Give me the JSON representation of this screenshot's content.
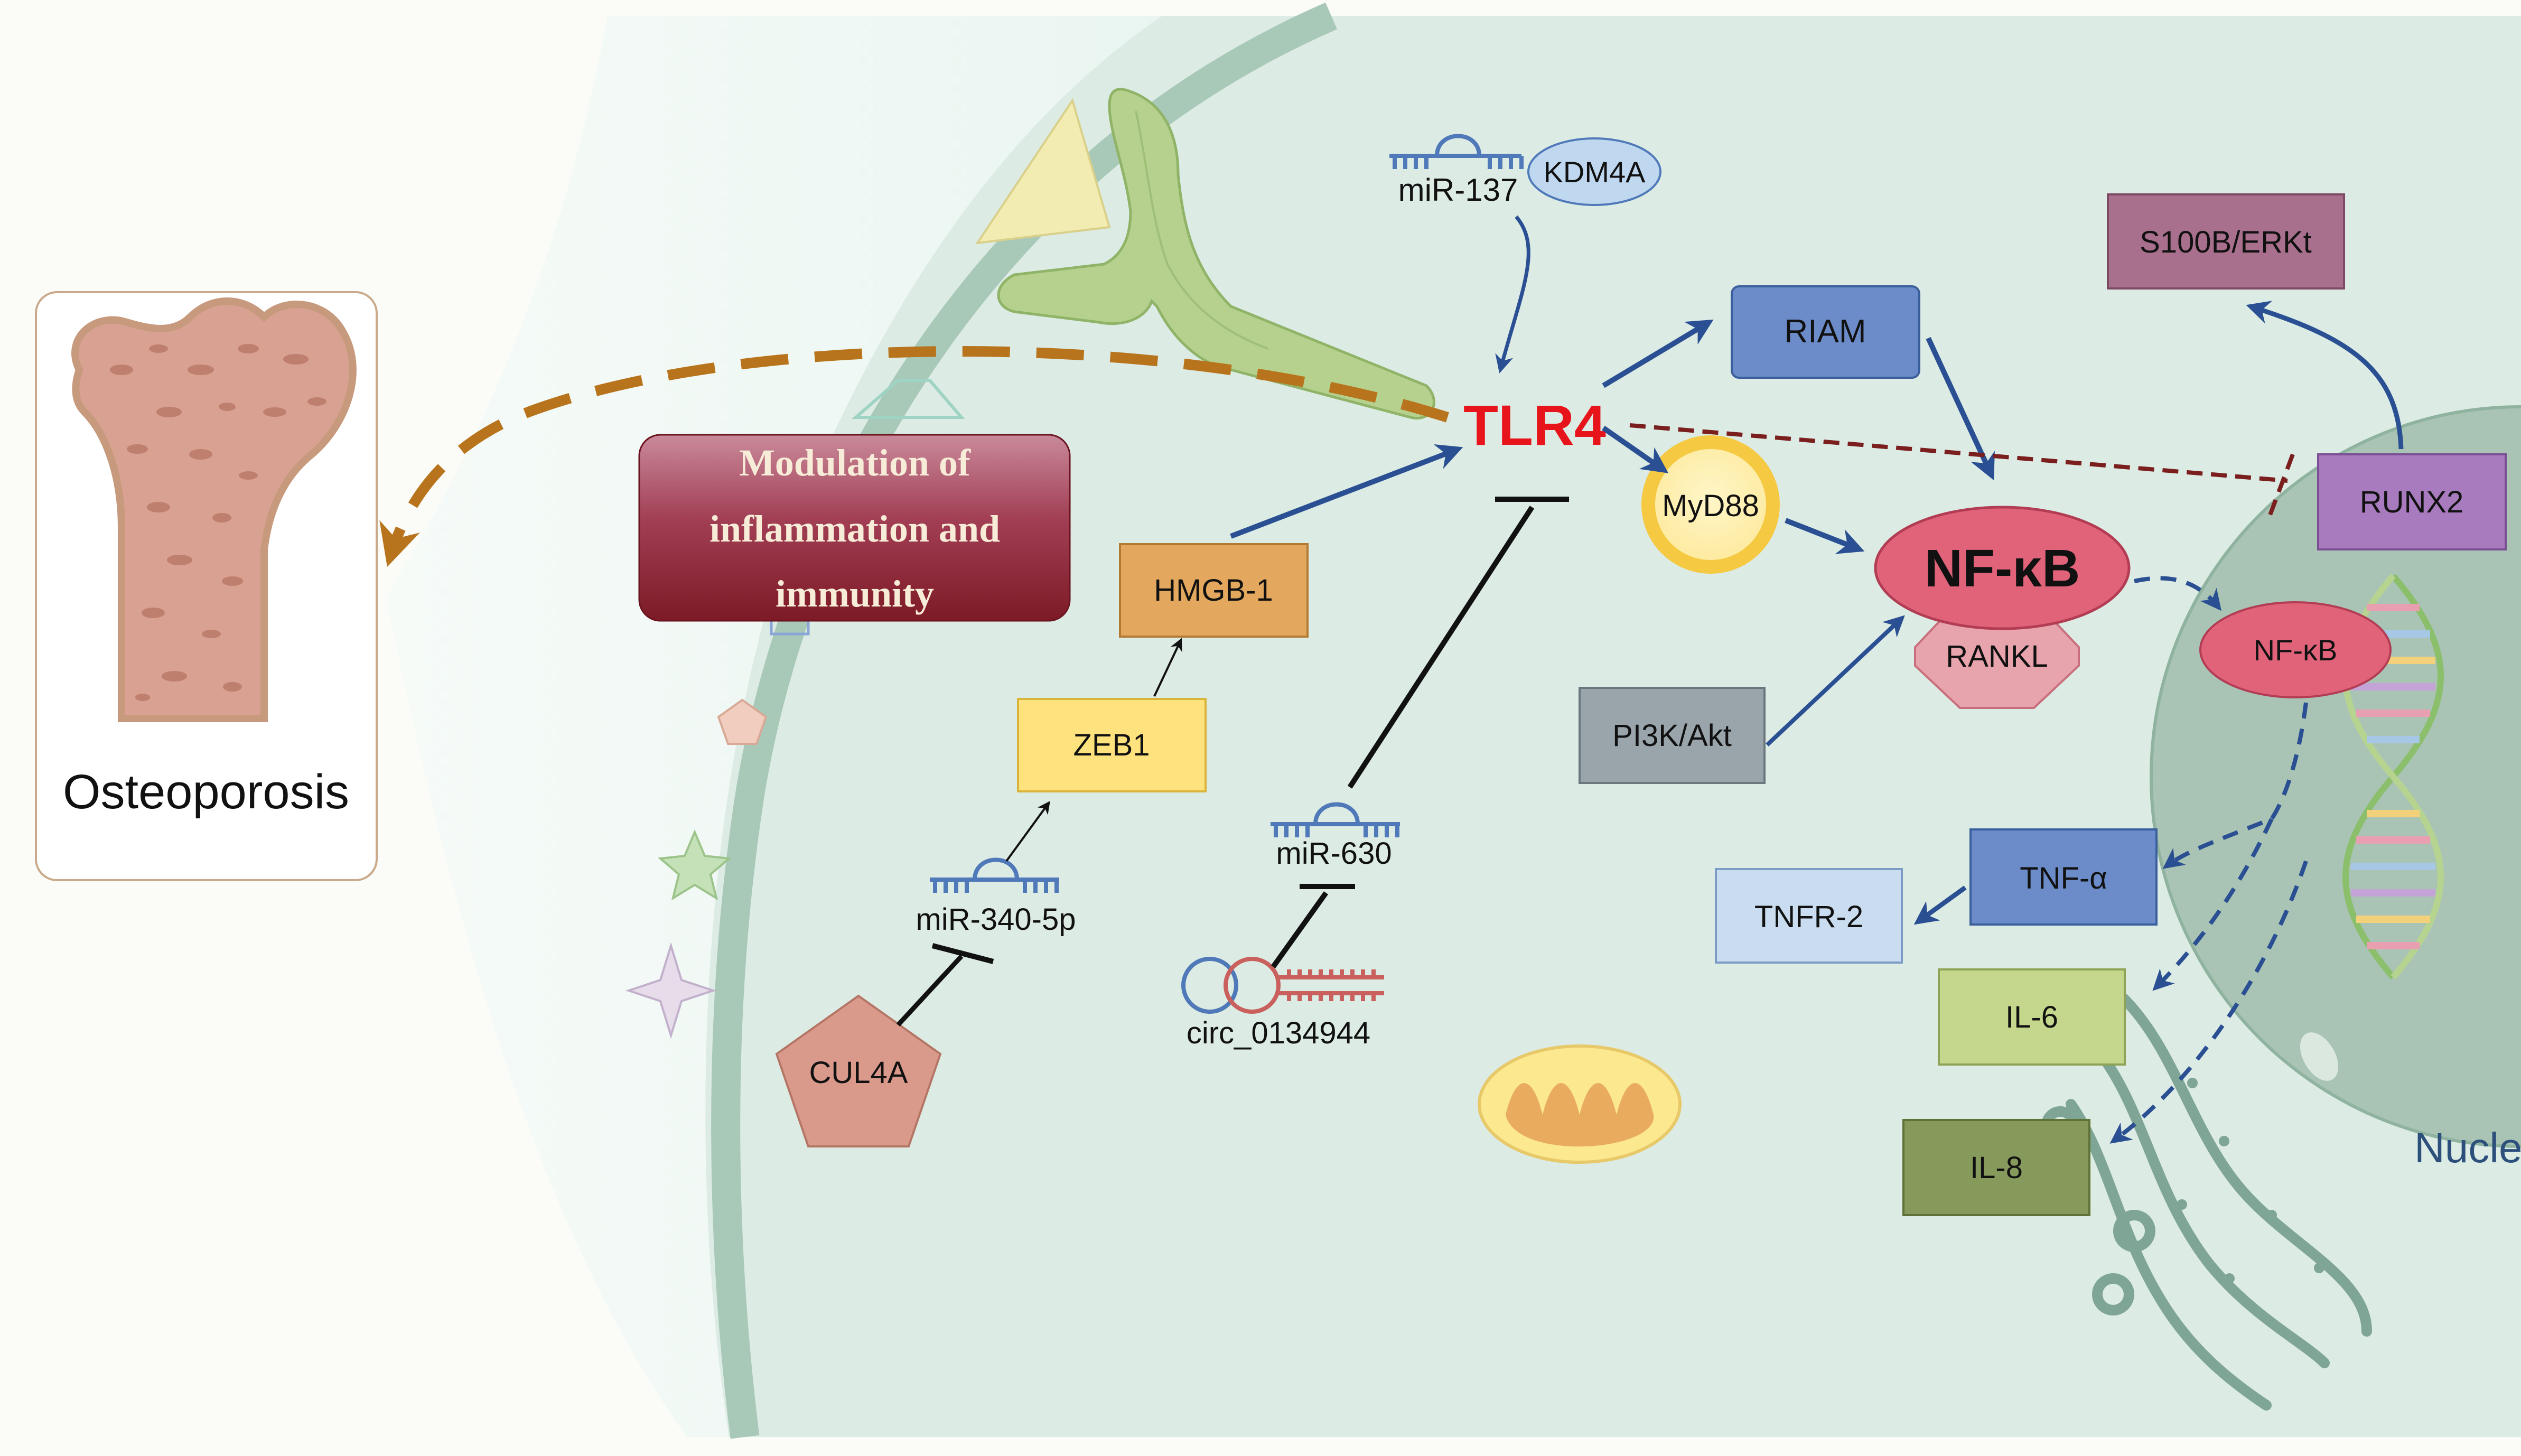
{
  "labels": {
    "osteoporosis": "Osteoporosis",
    "modulation_line1": "Modulation of",
    "modulation_line2": "inflammation and",
    "modulation_line3": "immunity",
    "tlr4": "TLR4",
    "mir137": "miR-137",
    "kdm4a": "KDM4A",
    "riam": "RIAM",
    "myd88": "MyD88",
    "nfkb_main": "NF-κB",
    "rankl": "RANKL",
    "pi3k_akt": "PI3K/Akt",
    "hmgb1": "HMGB-1",
    "zeb1": "ZEB1",
    "mir340": "miR-340-5p",
    "cul4a": "CUL4A",
    "mir630": "miR-630",
    "circ": "circ_0134944",
    "s100b": "S100B/ERKt",
    "runx2": "RUNX2",
    "nfkb_nuclear": "NF-κB",
    "tnfa": "TNF-α",
    "tnfr2": "TNFR-2",
    "il6": "IL-6",
    "il8": "IL-8",
    "nucleus": "Nucleus"
  },
  "colors": {
    "tlr4_text": "#e8141b",
    "arrow_blue": "#2a4f92",
    "inhibit_black": "#111111",
    "feedback_orange": "#b8741c",
    "dashed_red": "#7a1e1e",
    "riam_fill": "#6b8cc8",
    "nfkb_fill": "#e0637a",
    "modulation_box": "#8d2a3a",
    "hmgb1_fill": "#e3a85e",
    "zeb1_fill": "#fde27e",
    "cul4a_fill": "#d99a8c",
    "pi3k_fill": "#9aa4ab",
    "s100b_fill": "#a9708d",
    "runx2_fill": "#a77bbd",
    "tnfa_fill": "#6b8cc8",
    "tnfr2_fill": "#c9dcf0",
    "il6_fill": "#c5d78c",
    "il8_fill": "#869a5c",
    "nucleus_fill": "#a9c4b5",
    "cell_fill": "#dcebe4"
  }
}
